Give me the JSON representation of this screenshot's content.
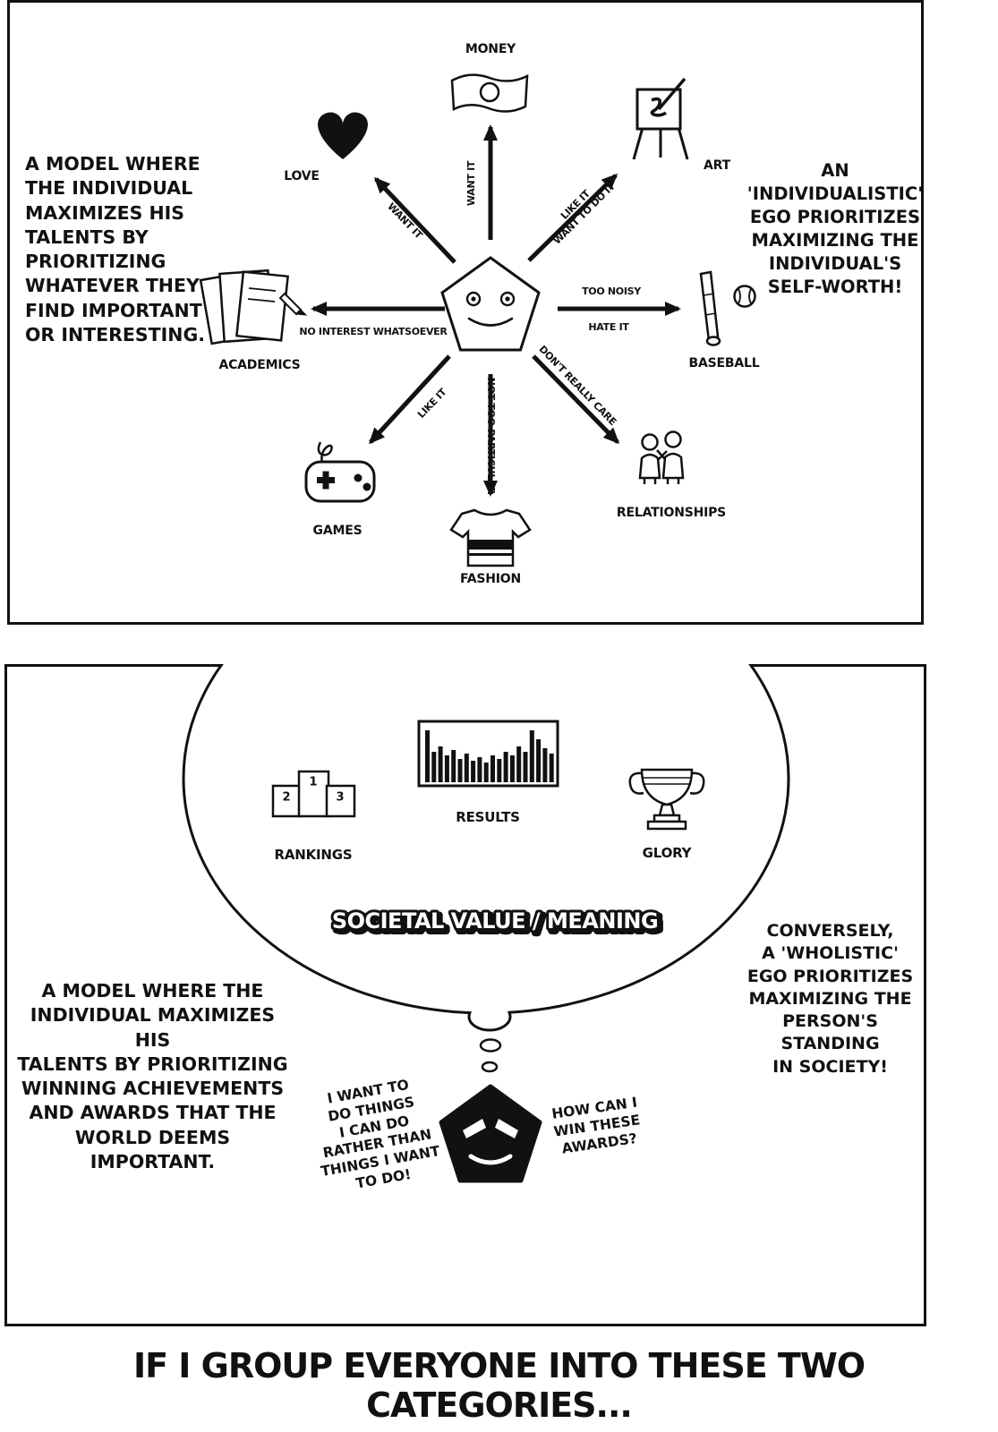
{
  "panel1": {
    "left_note": "A MODEL WHERE\nTHE INDIVIDUAL\nMAXIMIZES HIS\nTALENTS BY\nPRIORITIZING\nWHATEVER THEY\nFIND IMPORTANT\nOR INTERESTING.",
    "right_note": "AN\n'INDIVIDUALISTIC'\nEGO PRIORITIZES\nMAXIMIZING THE\nINDIVIDUAL'S\nSELF-WORTH!",
    "labels": {
      "money": "MONEY",
      "love": "LOVE",
      "art": "ART",
      "academics": "ACADEMICS",
      "baseball": "BASEBALL",
      "games": "GAMES",
      "fashion": "FASHION",
      "relationships": "RELATIONSHIPS"
    },
    "arrows": {
      "money": "WANT IT",
      "love": "WANT IT",
      "art": "LIKE IT\nWANT TO DO IT",
      "academics": "NO INTEREST WHATSOEVER",
      "baseball_1": "TOO NOISY",
      "baseball_2": "HATE IT",
      "games": "LIKE IT",
      "fashion": "NOT TOO PARTICULAR",
      "relationships": "DON'T REALLY CARE"
    }
  },
  "panel2": {
    "bubble_title": "SOCIETAL VALUE / MEANING",
    "podium": {
      "first": "1",
      "second": "2",
      "third": "3"
    },
    "rankings_label": "RANKINGS",
    "results_label": "RESULTS",
    "glory_label": "GLORY",
    "left_note": "A MODEL WHERE THE\nINDIVIDUAL MAXIMIZES HIS\nTALENTS BY PRIORITIZING\nWINNING ACHIEVEMENTS\nAND AWARDS THAT THE\nWORLD DEEMS\nIMPORTANT.",
    "right_note": "CONVERSELY,\nA 'WHOLISTIC'\nEGO PRIORITIZES\nMAXIMIZING THE\nPERSON'S STANDING\nIN SOCIETY!",
    "thought_left": "I WANT TO\nDO THINGS\nI CAN DO\nRATHER THAN\nTHINGS I WANT\nTO DO!",
    "thought_right": "HOW CAN I\nWIN THESE\nAWARDS?"
  },
  "caption": "IF I GROUP EVERYONE INTO THESE TWO CATEGORIES..."
}
